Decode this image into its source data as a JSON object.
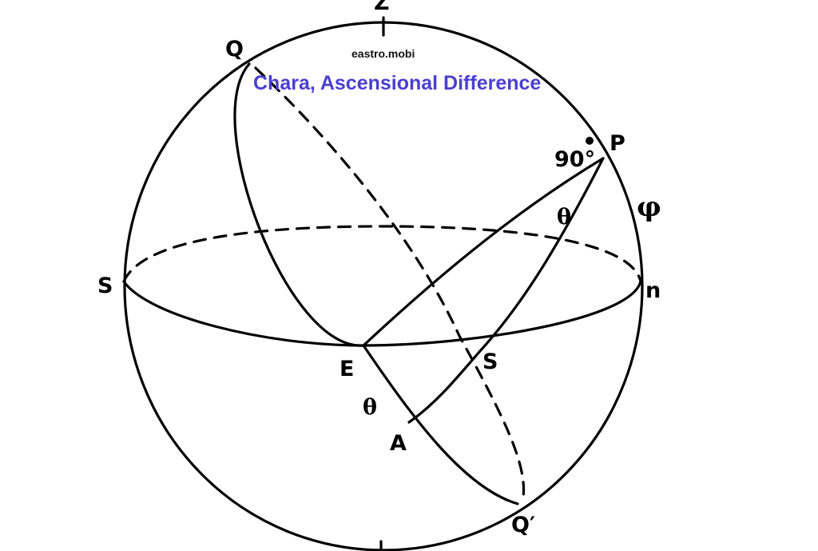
{
  "watermark": {
    "site": "eastro.mobi",
    "title": "Chara, Ascensional Difference"
  },
  "labels": {
    "zenith": "Z",
    "q_top": "Q",
    "pole": "P",
    "right_angle": "90°",
    "latitude_symbol": "φ",
    "theta_upper": "θ",
    "south": "S",
    "north": "n",
    "east": "E",
    "star_point": "S",
    "theta_lower": "θ",
    "point_a": "A",
    "q_bottom": "Q′"
  },
  "colors": {
    "ink": "#000000",
    "title": "#4a3fd0"
  }
}
